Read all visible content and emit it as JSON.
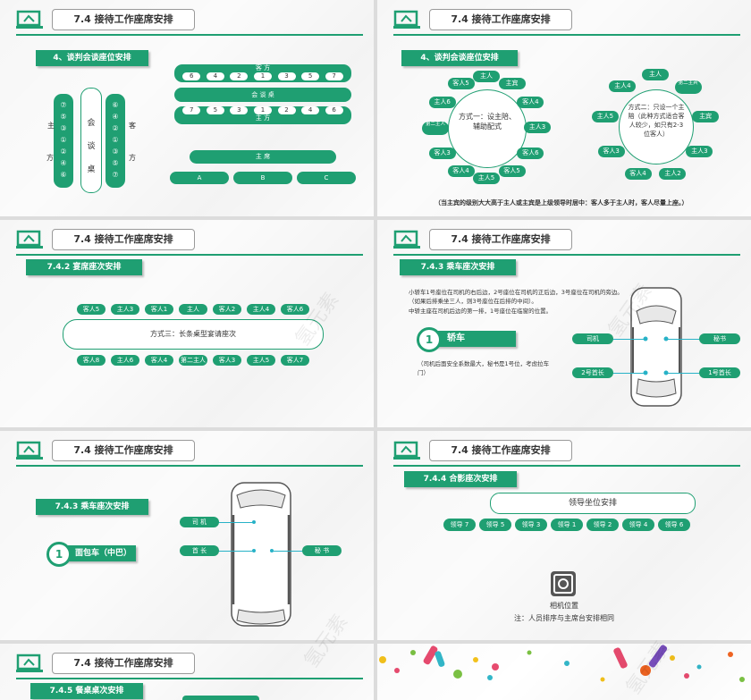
{
  "header_title": "7.4  接待工作座席安排",
  "slide1": {
    "section": "4、谈判会谈座位安排",
    "left_col": [
      "⑦",
      "⑤",
      "③",
      "①",
      "②",
      "④",
      "⑥"
    ],
    "left_label_top": "主",
    "left_label_bottom": "方",
    "center_chars": [
      "会",
      "谈",
      "桌"
    ],
    "right_col": [
      "⑥",
      "④",
      "②",
      "①",
      "③",
      "⑤",
      "⑦"
    ],
    "right_label_top": "客",
    "right_label_bottom": "方",
    "top_guest_label": "客          方",
    "top_guest_nums": [
      "6",
      "4",
      "2",
      "1",
      "3",
      "5",
      "7"
    ],
    "table_label": "会        谈        桌",
    "bottom_host_nums": [
      "7",
      "5",
      "3",
      "1",
      "2",
      "4",
      "6"
    ],
    "bottom_host_label": "主          方",
    "podium": "主          席",
    "podium_seats": [
      "A",
      "B",
      "C"
    ]
  },
  "slide2": {
    "section": "4、谈判会谈座位安排",
    "left_center": "方式一：设主陪、辅助配式",
    "left_nodes": [
      "主人",
      "主宾",
      "客人4",
      "主人3",
      "客人6",
      "客人5",
      "主人5",
      "客人4",
      "客人3",
      "第二主人",
      "主人6",
      "客人5"
    ],
    "right_center": "方式二：只设一个主陪（此种方式适合客人较少，如只有2-3位客人）",
    "right_nodes": [
      "主人",
      "第二主宾",
      "主宾",
      "主人3",
      "主人2",
      "客人4",
      "客人3",
      "主人5",
      "主人4"
    ],
    "note": "（当主宾的级别大大高于主人或主宾是上级领导时居中：客人多于主人时，客人尽量上座。）"
  },
  "slide3": {
    "section": "7.4.2 宴席座次安排",
    "top_row": [
      "客人5",
      "主人3",
      "客人1",
      "主人",
      "客人2",
      "主人4",
      "客人6"
    ],
    "center": "方式三：长条桌型宴请座次",
    "bottom_row": [
      "客人8",
      "主人6",
      "客人4",
      "第二主人",
      "客人3",
      "主人5",
      "客人7"
    ]
  },
  "slide4": {
    "section": "7.4.3  乘车座次安排",
    "desc1": "小轿车1号座位在司机的右后边，2号座位在司机的正后边，3号座位在司机的旁边。（如果后排乘坐三人，则3号座位在后排的中间）。",
    "desc2": "中轿主座在司机后边的第一排，1号座位在临窗的位置。",
    "num": "1",
    "car_label": "轿车",
    "note": "（司机后面安全系数最大，秘书是1号位，考虑拉车门）",
    "labels": [
      "司机",
      "秘书",
      "2号首长",
      "1号首长"
    ]
  },
  "slide5": {
    "section": "7.4.3  乘车座次安排",
    "num": "1",
    "car_label": "面包车（中巴）",
    "labels": [
      "司 机",
      "首 长",
      "秘 书"
    ]
  },
  "slide6": {
    "section": "7.4.4  合影座次安排",
    "title": "领导坐位安排",
    "row": [
      "领导 7",
      "领导 5",
      "领导 3",
      "领导 1",
      "领导 2",
      "领导 4",
      "领导 6"
    ],
    "camera": "相机位置",
    "note": "注：人员排序与主席台安排相同"
  },
  "slide7": {
    "section": "7.4.5  餐桌桌次安排"
  },
  "watermark": "氢元素",
  "colors": {
    "accent": "#1f9f72",
    "text": "#333333"
  }
}
